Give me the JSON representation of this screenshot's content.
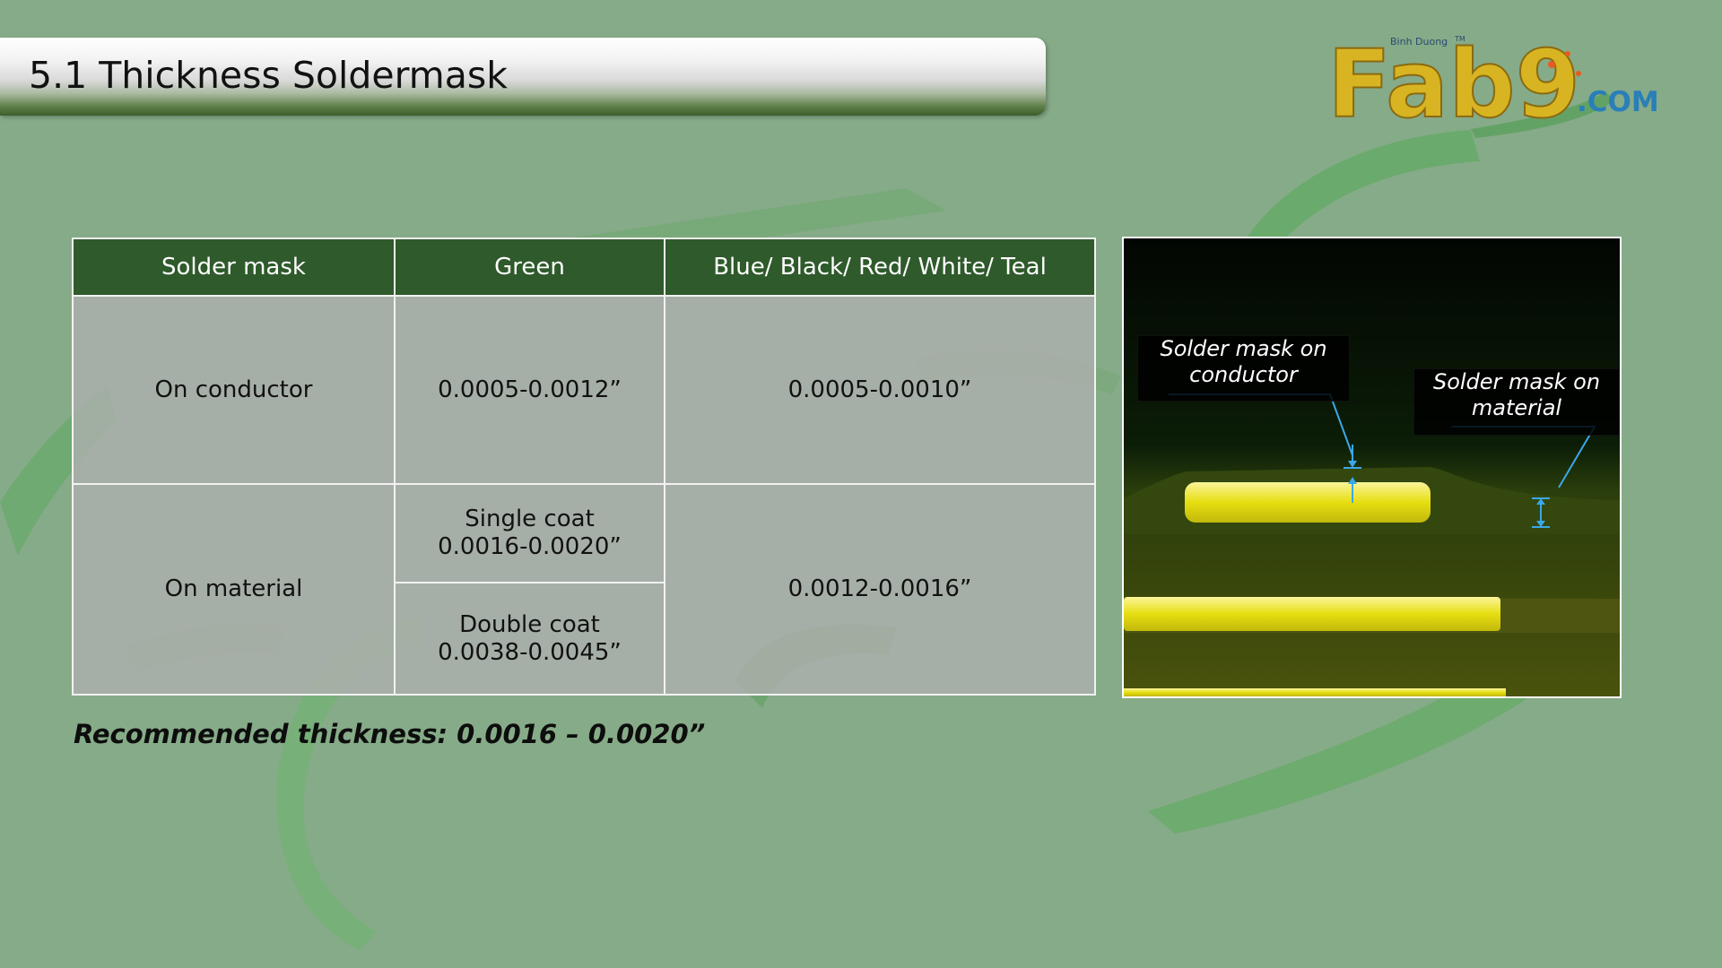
{
  "slide": {
    "title": "5.1 Thickness Soldermask"
  },
  "logo": {
    "text": "Fab9",
    "tagline": "Binh Duong",
    "tm": "TM",
    "suffix": ".COM"
  },
  "table": {
    "headers": [
      "Solder mask",
      "Green",
      "Blue/ Black/ Red/ White/ Teal"
    ],
    "row_conductor": {
      "label": "On conductor",
      "green": "0.0005-0.0012”",
      "other": "0.0005-0.0010”"
    },
    "row_material": {
      "label": "On material",
      "single_coat_title": "Single coat",
      "single_coat_value": "0.0016-0.0020”",
      "double_coat_title": "Double coat",
      "double_coat_value": "0.0038-0.0045”",
      "other": "0.0012-0.0016”"
    }
  },
  "recommendation": "Recommended thickness: 0.0016 – 0.0020”",
  "cross_section": {
    "callout_conductor": [
      "Solder mask on",
      "conductor"
    ],
    "callout_material": [
      "Solder mask on",
      "material"
    ]
  },
  "colors": {
    "background": "#86ab88",
    "header_green": "#2f5a2b",
    "copper_yellow": "#e8e010",
    "arrow_blue": "#3aa8e8",
    "logo_orange": "#e8a020",
    "logo_blue": "#2a7fb8"
  }
}
